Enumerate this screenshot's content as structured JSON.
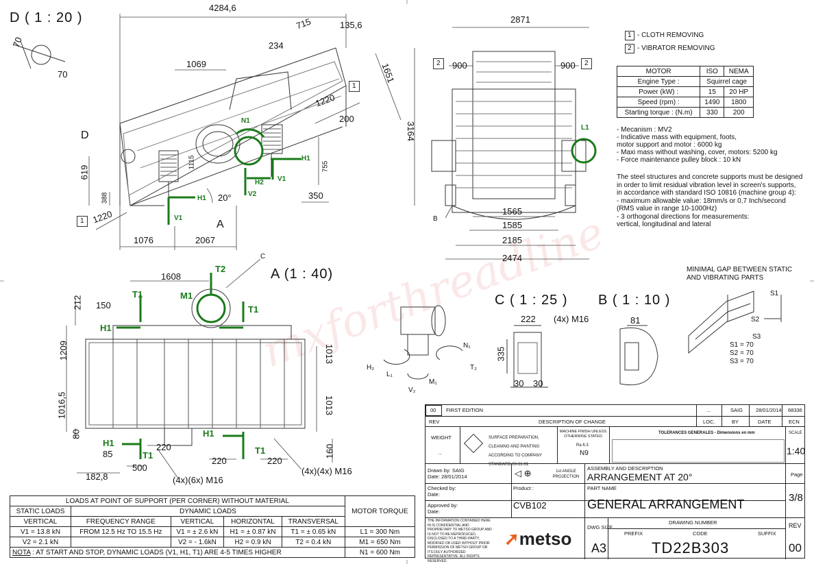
{
  "views": {
    "d_detail": "D ( 1 : 20 )",
    "a_view": "A (1 : 40)",
    "c_detail": "C ( 1 : 25 )",
    "b_detail": "B ( 1 : 10 )"
  },
  "side_dims": {
    "overall": "4284,6",
    "d715": "715",
    "d135": "135,6",
    "d234": "234",
    "d1069": "1069",
    "d1651": "1651",
    "d1220a": "1220",
    "d200": "200",
    "d3164": "3164",
    "d619": "619",
    "d1115": "1115",
    "d755": "755",
    "d388": "388",
    "d1220b": "1220",
    "d20": "20°",
    "d350": "350",
    "d1076": "1076",
    "d2067": "2067",
    "lblA": "A",
    "lblD": "D",
    "d70a": "70",
    "d70b": "70",
    "ref1a": "1",
    "ref1b": "1"
  },
  "side_forces": {
    "n1": "N1",
    "h1a": "H1",
    "h1b": "H1",
    "h2": "H2",
    "v1a": "V1",
    "v1b": "V1",
    "v2": "V2"
  },
  "front_dims": {
    "d2871": "2871",
    "d900a": "900",
    "d900b": "900",
    "ref2a": "2",
    "ref2b": "2",
    "d1565": "1565",
    "d1585": "1585",
    "d2185": "2185",
    "d2474": "2474",
    "lblB": "B",
    "l1": "L1"
  },
  "legend": [
    {
      "num": "1",
      "text": "- CLOTH REMOVING"
    },
    {
      "num": "2",
      "text": "- VIBRATOR REMOVING"
    }
  ],
  "motor_table": {
    "headers": [
      "MOTOR",
      "ISO",
      "NEMA"
    ],
    "engine_label": "Engine Type :",
    "engine_value": "Squirrel cage",
    "rows": [
      [
        "Power (kW) :",
        "15",
        "20 HP"
      ],
      [
        "Speed (rpm) :",
        "1490",
        "1800"
      ],
      [
        "Starting torque : (N.m)",
        "330",
        "200"
      ]
    ]
  },
  "mechanism": [
    "- Mecanism :     MV2",
    "- Indicative mass with equipment, foots,",
    "  motor support and motor :         6000  kg",
    "- Maxi mass without washing, cover, motors:   5200  kg",
    "- Force maintenance pulley block : 10 kN"
  ],
  "steel_note": [
    "The steel structures and concrete supports must be designed",
    "in order to limit residual vibration level in screen's supports,",
    "in accordance with standard ISO 10816 (machine group 4):",
    "- maximum allowable value: 18mm/s or 0,7 Inch/second",
    "(RMS value in range 10-1000Hz)",
    "- 3 orthogonal directions for measurements:",
    "vertical, longitudinal and lateral"
  ],
  "plan_dims": {
    "d1608": "1608",
    "d212": "212",
    "d150": "150",
    "d1209": "1209",
    "d1016": "1016,5",
    "d1013a": "1013",
    "d1013b": "1013",
    "d80": "80",
    "d85": "85",
    "d500": "500",
    "d220a": "220",
    "d220b": "220",
    "d220c": "220",
    "d160": "160",
    "d182": "182,8",
    "bolt1": "(4x)(6x) M16",
    "bolt2": "(4x)(4x) M16",
    "c_lbl": "C"
  },
  "plan_forces": {
    "t2": "T2",
    "m1": "M1",
    "t1a": "T1",
    "t1b": "T1",
    "t1c": "T1",
    "t1d": "T1",
    "h1a": "H1",
    "h1b": "H1",
    "h1c": "H1"
  },
  "motor_forces": {
    "h2": "H₂",
    "l1": "L₁",
    "v2": "V₂",
    "m1": "M₁",
    "n1": "N₁",
    "t2": "T₂"
  },
  "c_dims": {
    "d222": "222",
    "bolt": "(4x) M16",
    "d335": "335",
    "d30a": "30",
    "d30b": "30"
  },
  "b_dims": {
    "d81": "81"
  },
  "gap": {
    "title1": "MINIMAL GAP BETWEEN STATIC",
    "title2": "AND VIBRATING PARTS",
    "s1": "S1",
    "s2": "S2",
    "s3": "S3",
    "v1": "S1 = 70",
    "v2": "S2 = 70",
    "v3": "S3 = 70"
  },
  "loads": {
    "title": "LOADS AT POINT OF SUPPORT (PER CORNER) WITHOUT MATERIAL",
    "static": "STATIC LOADS",
    "dynamic": "DYNAMIC LOADS",
    "motor_torque": "MOTOR TORQUE",
    "sub": [
      "VERTICAL",
      "FREQUENCY RANGE",
      "VERTICAL",
      "HORIZONTAL",
      "TRANSVERSAL"
    ],
    "rows": [
      [
        "V1 = 13.8 kN",
        "FROM 12.5 Hz TO 15.5 Hz",
        "V1 = ± 2.6 kN",
        "H1 = ± 0.87 kN",
        "T1 = ± 0.65 kN",
        "L1 = 300 Nm"
      ],
      [
        "V2 = 2.1 kN",
        "",
        "V2 = - 1.6kN",
        "H2 = 0.9 kN",
        "T2 = 0.4 kN",
        "M1 = 650 Nm"
      ],
      [
        "",
        "",
        "",
        "",
        "",
        "N1 = 600 Nm"
      ]
    ],
    "note_label": "NOTA",
    "note": ": AT START AND STOP, DYNAMIC LOADS (V1, H1, T1) ARE 4-5 TIMES HIGHER"
  },
  "title_block": {
    "rev_no": "00",
    "rev_desc": "FIRST EDITION",
    "rev_by": "SAIG",
    "rev_date": "28/01/2014",
    "rev_ecn": "68336",
    "dots": "...",
    "col_rev": "REV",
    "col_desc": "DESCRIPTION OF CHANGE",
    "col_loc": "LOC.",
    "col_by": "BY",
    "col_date": "DATE",
    "col_ecn": "ECN",
    "weight": "WEIGHT",
    "weight_val": "...",
    "surface": "SURFACE PREPARATION, CLEANING AND PAINTING ACCORDING TO COMPANY STANDARD 03-31-01",
    "finish": "MACHINE FINISH UNLESS OTHERWISE STATED",
    "finish_val": "Ra 6.3",
    "finish_n": "N9",
    "tolerances": "TOLERANCES GENERALES - Dimensions en mm",
    "scale_lbl": "SCALE",
    "scale": "1:40",
    "drawn_by": "Drawn by:  SAIG",
    "drawn_date": "Date: 28/01/2014",
    "projection": "1st ANGLE PROJECTION",
    "assembly_lbl": "ASSEMBLY AND DESCRIPTION",
    "assembly": "ARRANGEMENT AT 20°",
    "page_lbl": "Page",
    "checked_by": "Checked by:",
    "checked_date": "Date:",
    "product_lbl": "Product :",
    "product": "CVB102",
    "part_lbl": "PART NAME",
    "part": "GENERAL ARRANGEMENT",
    "page": "3/8",
    "approved_by": "Approved by:",
    "approved_date": "Date:",
    "info": "THE INFORMATION CONTAINED HERE IN IS CONFIDENTIAL AND PROPRIETARY TO METSO GROUP AND IS NOT TO BE REPRODUCED, DISCLOSED TO A THIRD PARTY, MODIFIED OR USED WITHOUT PRIOR PERMISSION OF METSO GROUP OR ITS DULY AUTHORIZED REPRESENTATIVE. ALL RIGHTS RESERVED.",
    "logo": "metso",
    "dwg_size_lbl": "DWG SIZE",
    "dwg_size": "A3",
    "dwg_num_lbl": "DRAWING NUMBER",
    "prefix_lbl": "PREFIX",
    "code_lbl": "CODE",
    "suffix_lbl": "SUFFIX",
    "code": "TD22B303",
    "rev_lbl": "REV",
    "rev": "00"
  },
  "watermark": "mxforthreadline",
  "colors": {
    "green": "#1a7a1a",
    "line": "#222222"
  }
}
